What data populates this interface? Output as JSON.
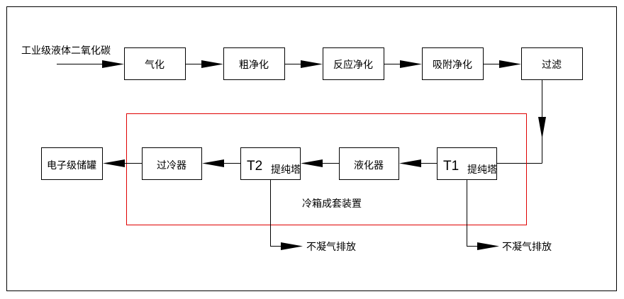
{
  "diagram": {
    "input_label": "工业级液体二氧化碳",
    "stages": {
      "gasify": "气化",
      "rough_purify": "粗净化",
      "reaction_purify": "反应净化",
      "adsorption_purify": "吸附净化",
      "filter": "过滤"
    },
    "cold_box": {
      "label": "冷箱成套装置",
      "border_color": "#e00000",
      "t1_tag": "T1",
      "t1_name": "提纯塔",
      "liquefier": "液化器",
      "t2_tag": "T2",
      "t2_name": "提纯塔",
      "subcooler": "过冷器"
    },
    "output_label": "电子级储罐",
    "vent_t2": "不凝气排放",
    "vent_t1": "不凝气排放"
  }
}
